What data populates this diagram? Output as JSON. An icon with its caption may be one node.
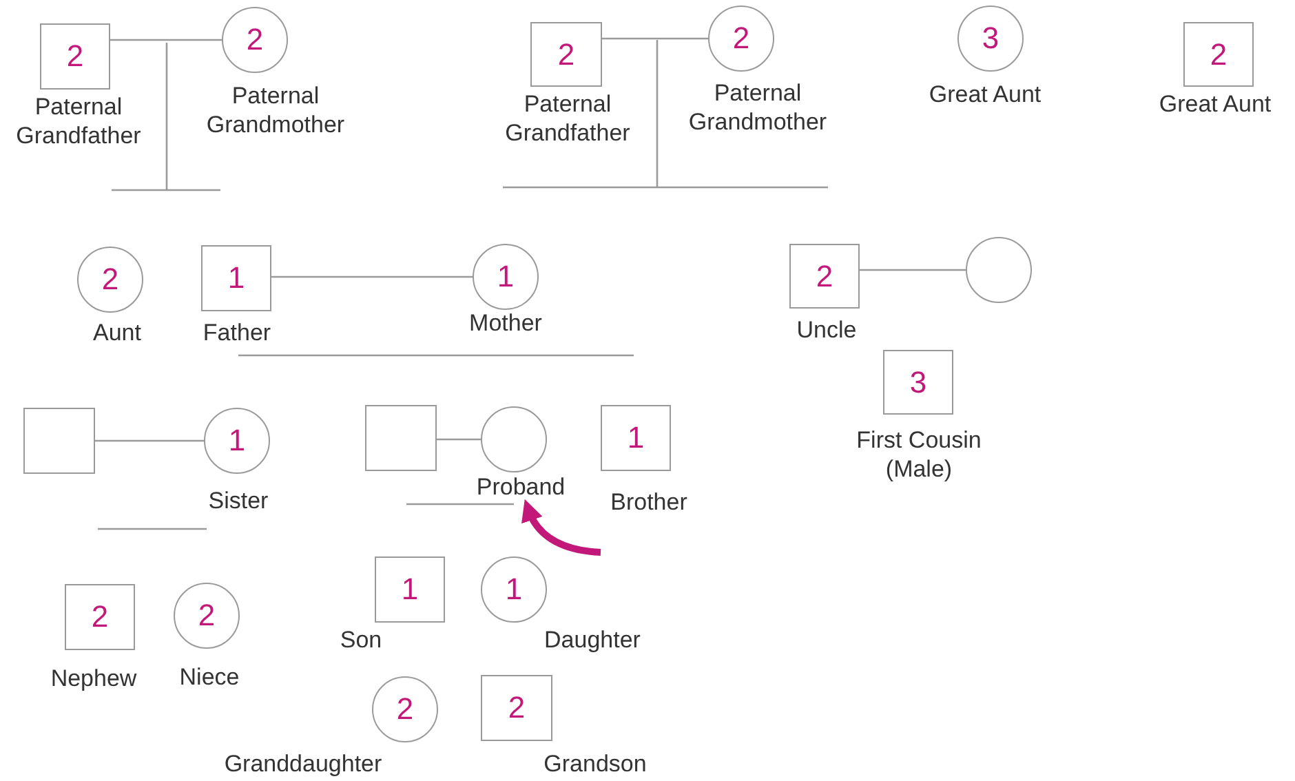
{
  "diagram": {
    "nodes": [
      {
        "text": [
          "2",
          "Paternal Grandfather"
        ]
      },
      {
        "text": [
          "2",
          "Paternal Grandmother"
        ]
      },
      {
        "text": [
          "2",
          "Paternal Grandfather"
        ]
      },
      {
        "text": [
          "2",
          "Paternal Grandmother"
        ]
      },
      {
        "text": [
          "3",
          "Great Aunt"
        ]
      },
      {
        "text": [
          "2",
          "Great Aunt"
        ]
      },
      {
        "text": [
          "2",
          "Aunt"
        ]
      },
      {
        "text": [
          "1",
          "Father"
        ]
      },
      {
        "text": [
          "1",
          "Mother"
        ]
      },
      {
        "text": [
          "2",
          "Uncle"
        ]
      },
      {
        "text": [],
        "shape": "circle"
      },
      {
        "text": [
          "3",
          "First Cousin (Male)"
        ]
      },
      {
        "text": [],
        "shape": "box"
      },
      {
        "text": [
          "1",
          "Sister"
        ]
      },
      {
        "text": [],
        "shape": "box"
      },
      {
        "text": [
          "Proband"
        ]
      },
      {
        "text": [
          "1",
          "Brother"
        ]
      },
      {
        "text": [
          "2",
          "Nephew"
        ]
      },
      {
        "text": [
          "2",
          "Niece"
        ]
      },
      {
        "text": [
          "1",
          "Son"
        ]
      },
      {
        "text": [
          "1",
          "Daughter"
        ]
      },
      {
        "text": [
          "2",
          "Granddaughter"
        ]
      },
      {
        "text": [
          "2",
          "Grandson"
        ]
      }
    ],
    "edges": [
      {
        "from": 0,
        "to": 1,
        "arrow": "none"
      },
      {
        "from": 2,
        "to": 3,
        "arrow": "none"
      },
      {
        "from": 7,
        "to": 8,
        "arrow": "none"
      },
      {
        "from": 9,
        "to": 10,
        "arrow": "none"
      },
      {
        "from": 12,
        "to": 13,
        "arrow": "none"
      },
      {
        "from": 14,
        "to": 15,
        "arrow": "none"
      },
      {
        "from": null,
        "to": 15,
        "arrow": "to",
        "style": "thick",
        "color": "#c2187a"
      }
    ]
  }
}
